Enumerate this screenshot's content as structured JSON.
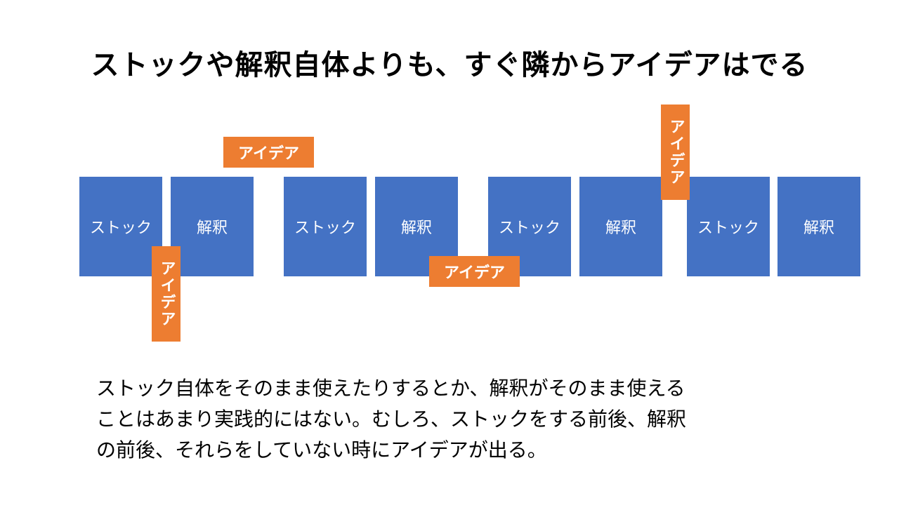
{
  "title": "ストックや解釈自体よりも、すぐ隣からアイデアはでる",
  "colors": {
    "box": "#4472c4",
    "tag": "#ed7d31"
  },
  "boxes": [
    {
      "label": "ストック"
    },
    {
      "label": "解釈"
    },
    {
      "label": "ストック"
    },
    {
      "label": "解釈"
    },
    {
      "label": "ストック"
    },
    {
      "label": "解釈"
    },
    {
      "label": "ストック"
    },
    {
      "label": "解釈"
    }
  ],
  "tags": [
    {
      "label": "アイデア"
    },
    {
      "label": "アイデア"
    },
    {
      "label": "アイデア"
    },
    {
      "label": "アイデア"
    }
  ],
  "body": [
    "ストック自体をそのまま使えたりするとか、解釈がそのまま使える",
    "ことはあまり実践的にはない。むしろ、ストックをする前後、解釈",
    "の前後、それらをしていない時にアイデアが出る。"
  ]
}
